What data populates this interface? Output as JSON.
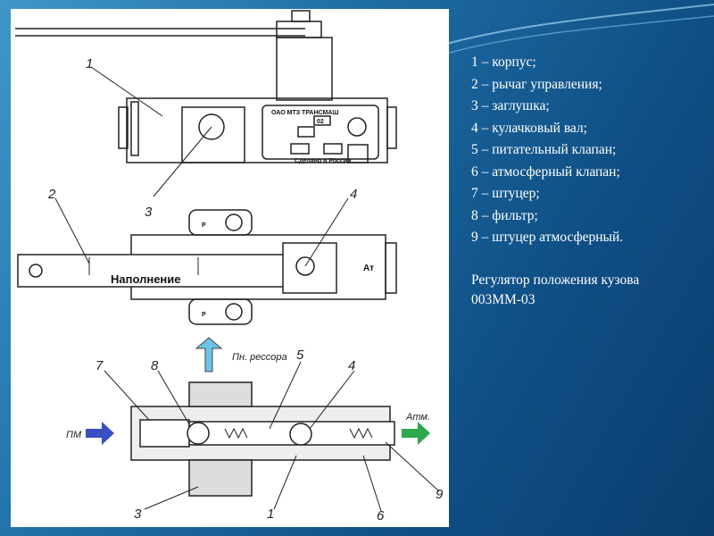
{
  "legend": [
    "1 – корпус;",
    "2 – рычаг управления;",
    "3 – заглушка;",
    "4 – кулачковый вал;",
    "5 – питательный клапан;",
    "6 – атмосферный клапан;",
    "7 – штуцер;",
    "8 – фильтр;",
    "9 – штуцер атмосферный."
  ],
  "caption_line1": "Регулятор положения кузова",
  "caption_line2": "003ММ-03",
  "drawing": {
    "nameplate": {
      "maker": "ОАО МТЗ ТРАНСМАШ",
      "code": "02",
      "made_in": "Сделано в России"
    },
    "top_view_labels": {
      "n1": "1",
      "n3": "3"
    },
    "middle_view_labels": {
      "n2": "2",
      "n4": "4",
      "fill": "Наполнение",
      "p_top": "Р",
      "p_bottom": "Р",
      "at": "Ат"
    },
    "section_labels": {
      "n7": "7",
      "n8": "8",
      "n5": "5",
      "n4": "4",
      "n3": "3",
      "n1": "1",
      "n6": "6",
      "n9": "9",
      "spring": "Пн. рессора",
      "pm": "ПМ",
      "atm": "Атм."
    }
  },
  "colors": {
    "in_arrow": "#3a4fc4",
    "out_arrow": "#2ea84a",
    "up_arrow": "#6cc3e6"
  }
}
